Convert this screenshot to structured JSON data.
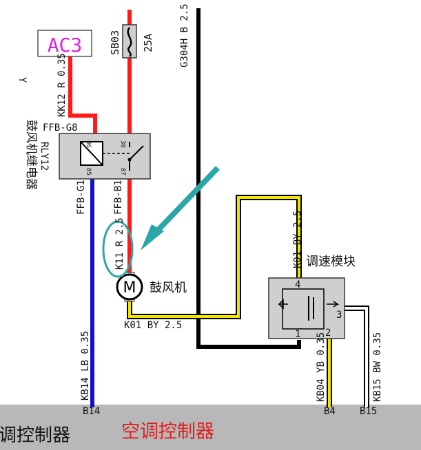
{
  "connector_ac3": "AC3",
  "fuse": {
    "id": "SB03",
    "rating": "25A"
  },
  "relay": {
    "name": "鼓风机继电器",
    "id": "RLY12",
    "pin86": "86",
    "pin85": "85",
    "pin30": "30",
    "pin87": "87"
  },
  "labels": {
    "r_curve": "Y",
    "kk12": "KK12 R 0.35",
    "g304h": "G304H B 2.5",
    "ffb_g8": "FFB-G8",
    "ffb_g1": "FFB-G1",
    "ffb_b1": "FFB-B1",
    "k11": "K11 R 2.5",
    "k01_vert": "K01 BY 2.5",
    "k01_horiz": "K01 BY 2.5",
    "kb14": "KB14 LB 0.35",
    "kb04": "KB04 YB 0.35",
    "kb15": "KB15 BW 0.35"
  },
  "motor": {
    "symbol": "M",
    "name": "鼓风机"
  },
  "module": {
    "name": "调速模块",
    "pin4": "4",
    "pin3": "3",
    "pin1": "1",
    "pin2": "2"
  },
  "pins": {
    "b14": "B14",
    "b4": "B4",
    "b15": "B15"
  },
  "controller": {
    "partial": "调控制器",
    "name": "空调控制器"
  },
  "colors": {
    "red": "#ff1a1a",
    "black": "#000000",
    "yellow": "#f2e600",
    "blue": "#1010d0",
    "magenta": "#e020e0",
    "teal_arrow": "#2aa7a7",
    "gray_box": "#cfcfcf",
    "controller_bg": "#b8b8b8",
    "controller_text": "#e02020"
  }
}
